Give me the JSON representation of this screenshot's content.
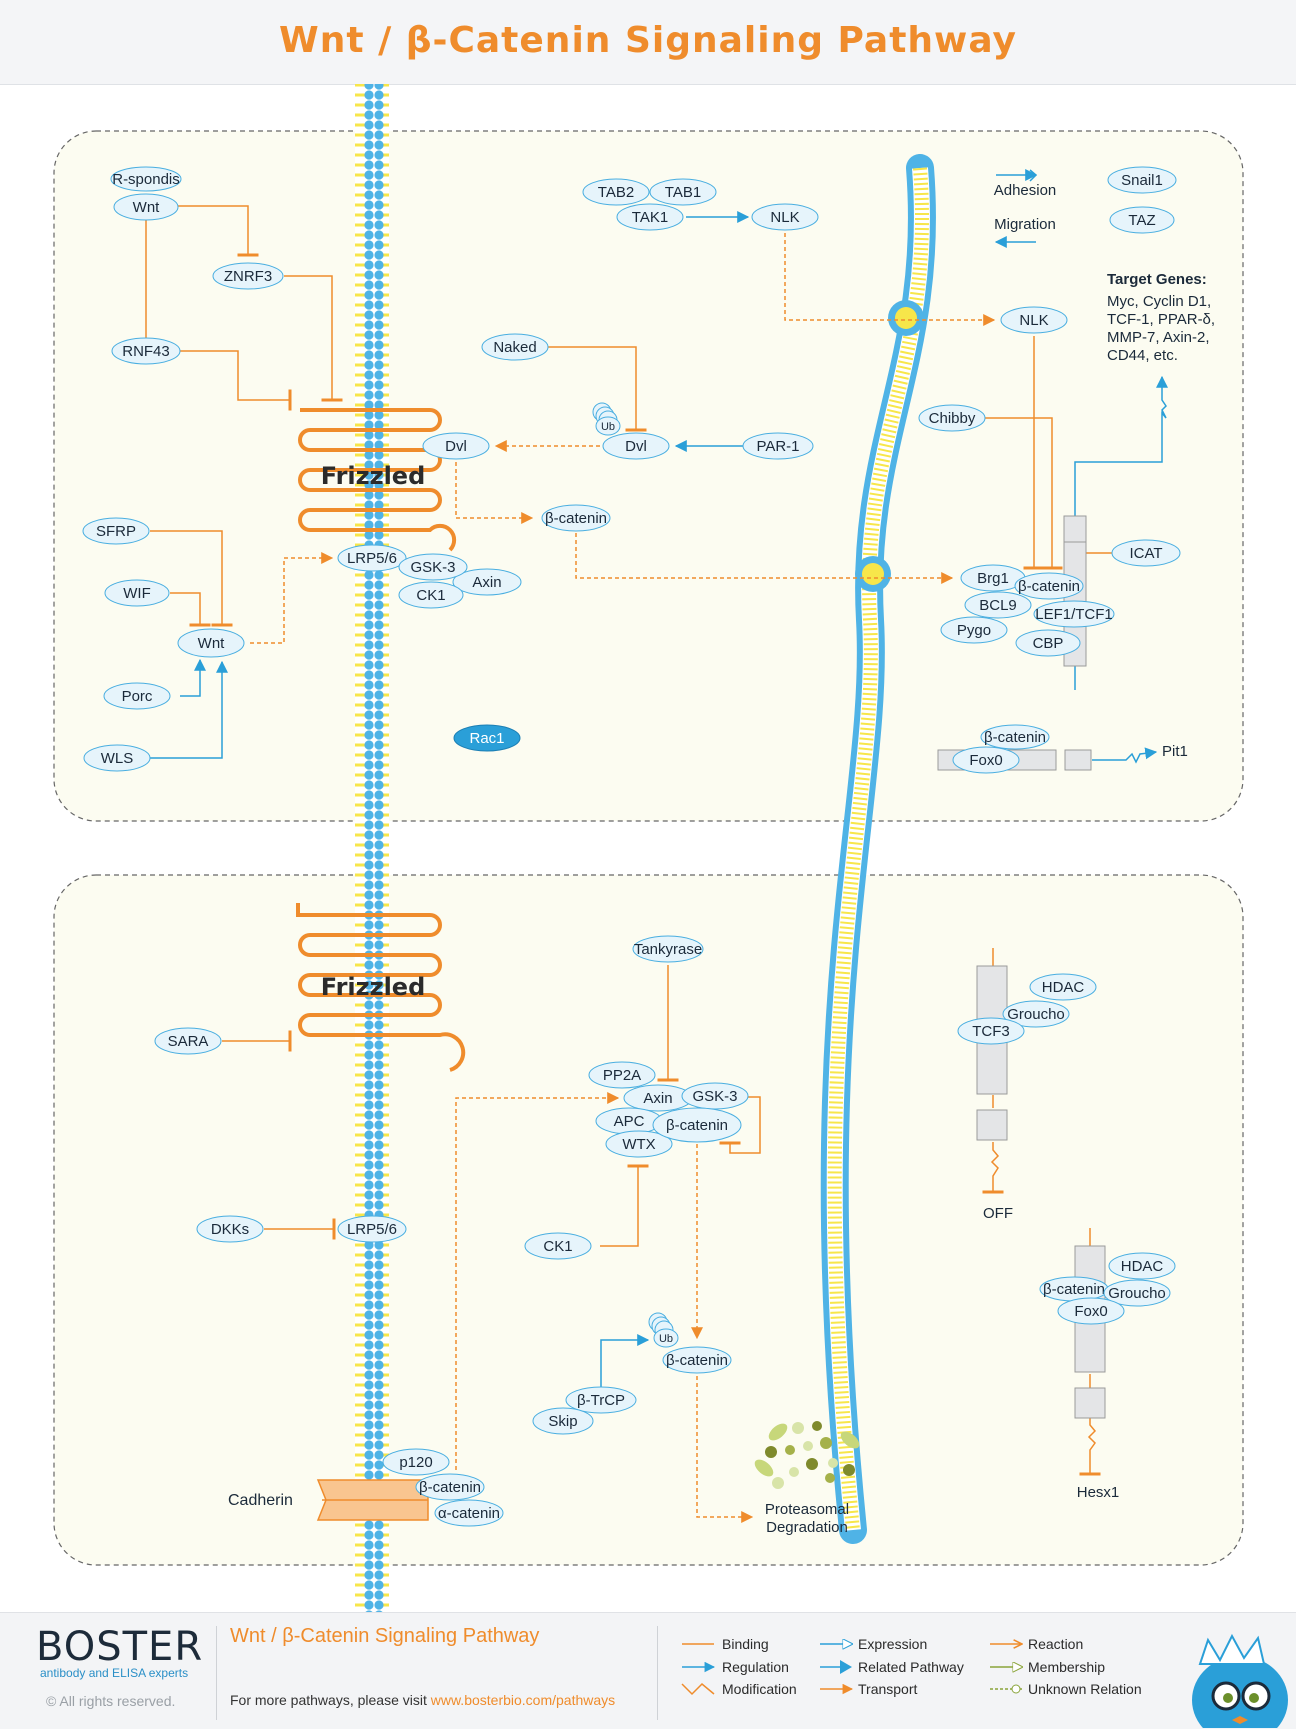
{
  "title": "Wnt / β-Catenin Signaling Pathway",
  "colors": {
    "orange": "#ef8c2c",
    "blue": "#2a9fd8",
    "node_fill": "#e6f4fb",
    "node_stroke": "#49aee0",
    "panel_fill": "#fcfcf1",
    "membrane_blue": "#4fb3e6",
    "membrane_yellow": "#f7e64a"
  },
  "top_panel": {
    "frizzled": "Frizzled",
    "nodes": {
      "r_spondis": "R-spondis",
      "wnt_a": "Wnt",
      "znrf3": "ZNRF3",
      "rnf43": "RNF43",
      "sfrp": "SFRP",
      "wif": "WIF",
      "wnt_b": "Wnt",
      "porc": "Porc",
      "wls": "WLS",
      "lrp56": "LRP5/6",
      "gsk3": "GSK-3",
      "ck1": "CK1",
      "axin": "Axin",
      "dvl_left": "Dvl",
      "dvl_mid": "Dvl",
      "ub": "Ub",
      "naked": "Naked",
      "par1": "PAR-1",
      "bcat_mid": "β-catenin",
      "tab2": "TAB2",
      "tab1": "TAB1",
      "tak1": "TAK1",
      "nlk_top": "NLK",
      "rac1": "Rac1",
      "nlk_right": "NLK",
      "chibby": "Chibby",
      "brg1": "Brg1",
      "bcat_right": "β-catenin",
      "bcl9": "BCL9",
      "lef1": "LEF1/TCF1",
      "pygo": "Pygo",
      "cbp": "CBP",
      "icat": "ICAT",
      "bcat_fox": "β-catenin",
      "fox0": "Fox0",
      "snail1": "Snail1",
      "taz": "TAZ"
    },
    "adhesion": "Adhesion",
    "migration": "Migration",
    "target_genes_title": "Target Genes:",
    "target_genes_lines": [
      "Myc, Cyclin D1,",
      "TCF-1, PPAR-δ,",
      "MMP-7, Axin-2,",
      "CD44, etc."
    ],
    "pit1": "Pit1"
  },
  "bottom_panel": {
    "frizzled": "Frizzled",
    "nodes": {
      "sara": "SARA",
      "dkks": "DKKs",
      "lrp56": "LRP5/6",
      "tankyrase": "Tankyrase",
      "pp2a": "PP2A",
      "axin": "Axin",
      "gsk3": "GSK-3",
      "apc": "APC",
      "bcat": "β-catenin",
      "wtx": "WTX",
      "ck1": "CK1",
      "ub": "Ub",
      "bcat_ub": "β-catenin",
      "btrcp": "β-TrCP",
      "skip": "Skip",
      "p120": "p120",
      "bcat_cad": "β-catenin",
      "acat": "α-catenin",
      "hdac_a": "HDAC",
      "groucho_a": "Groucho",
      "tcf3": "TCF3",
      "hdac_b": "HDAC",
      "groucho_b": "Groucho",
      "bcat_b": "β-catenin",
      "fox0_b": "Fox0"
    },
    "cadherin": "Cadherin",
    "proteasomal_1": "Proteasomal",
    "proteasomal_2": "Degradation",
    "off": "OFF",
    "hesx1": "Hesx1"
  },
  "footer": {
    "brand": "BOSTER",
    "tagline": "antibody and ELISA experts",
    "copyright": "© All rights reserved.",
    "title": "Wnt / β-Catenin Signaling Pathway",
    "more_prefix": "For more pathways, please visit ",
    "more_link": "www.bosterbio.com/pathways",
    "legend": {
      "binding": "Binding",
      "regulation": "Regulation",
      "modification": "Modification",
      "expression": "Expression",
      "related": "Related Pathway",
      "transport": "Transport",
      "reaction": "Reaction",
      "membership": "Membership",
      "unknown": "Unknown Relation"
    }
  }
}
